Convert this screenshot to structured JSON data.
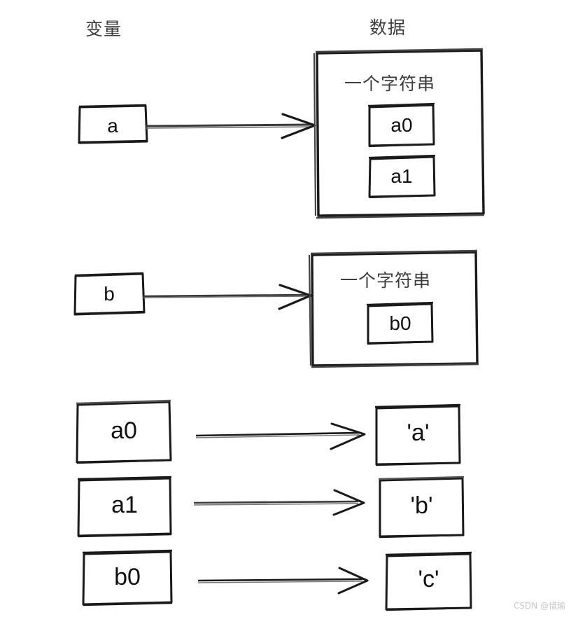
{
  "diagram": {
    "title_columns": {
      "variable": "变量",
      "data": "数据"
    },
    "watermark": "CSDN @惜瑜",
    "colors": {
      "stroke": "#1a1a1a",
      "text": "#111111",
      "cjk_text": "#3d3d3d",
      "background": "#ffffff",
      "watermark": "#c8c8c8"
    },
    "variables": [
      {
        "name": "a",
        "label": "a",
        "points_to": "string-container-1"
      },
      {
        "name": "b",
        "label": "b",
        "points_to": "string-container-2"
      }
    ],
    "containers": [
      {
        "id": "string-container-1",
        "label": "一个字符串",
        "slots": [
          "a0",
          "a1"
        ]
      },
      {
        "id": "string-container-2",
        "label": "一个字符串",
        "slots": [
          "b0"
        ]
      }
    ],
    "mappings": [
      {
        "source": "a0",
        "target": "'a'"
      },
      {
        "source": "a1",
        "target": "'b'"
      },
      {
        "source": "b0",
        "target": "'c'"
      }
    ]
  }
}
